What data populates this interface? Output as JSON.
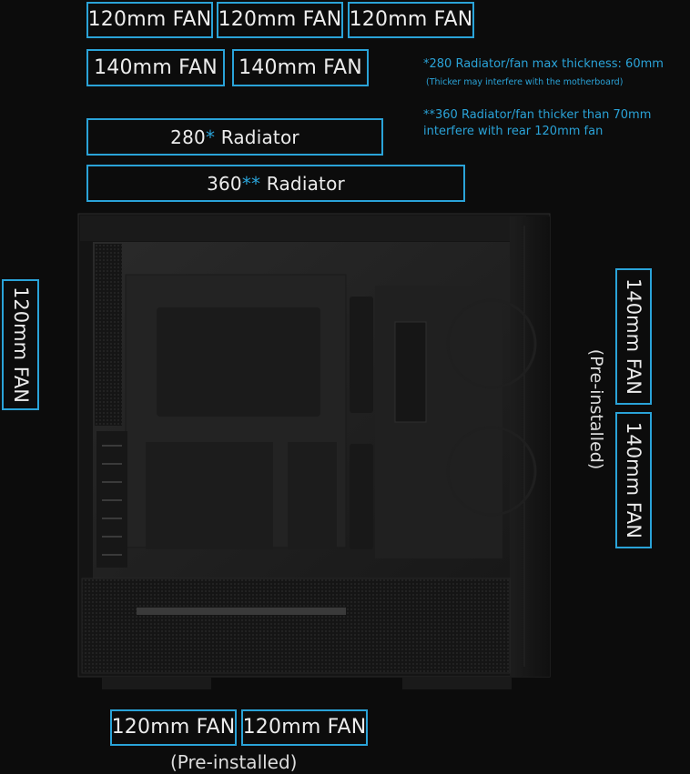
{
  "top": {
    "fans_120": [
      "120mm FAN",
      "120mm FAN",
      "120mm FAN"
    ],
    "fans_140": [
      "140mm FAN",
      "140mm FAN"
    ],
    "radiator_280": {
      "prefix": "280",
      "mark": "*",
      "suffix": " Radiator"
    },
    "radiator_360": {
      "prefix": "360",
      "mark": "**",
      "suffix": " Radiator"
    }
  },
  "notes": {
    "note1_line1": "*280 Radiator/fan max thickness: 60mm",
    "note1_line2": "(Thicker may interfere with the motherboard)",
    "note2_line1": "**360 Radiator/fan thicker than 70mm",
    "note2_line2": "interfere with rear 120mm fan"
  },
  "rear": {
    "fan_label": "120mm FAN"
  },
  "front": {
    "fans": [
      "140mm FAN",
      "140mm FAN"
    ],
    "status": "(Pre-installed)"
  },
  "bottom": {
    "fans": [
      "120mm FAN",
      "120mm FAN"
    ],
    "status": "(Pre-installed)"
  },
  "colors": {
    "accent": "#2aa3d8",
    "background": "#0c0c0c"
  },
  "image": {
    "subject": "pc-case-side-view"
  }
}
